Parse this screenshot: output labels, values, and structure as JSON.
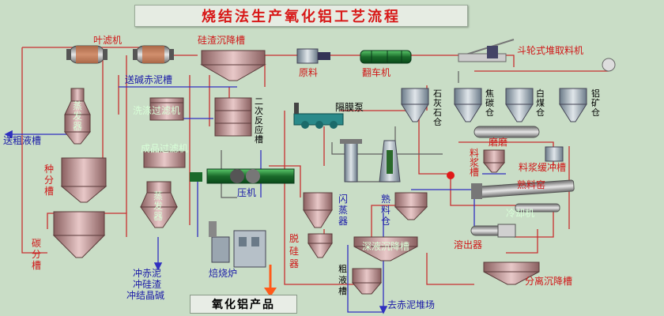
{
  "title": "烧结法生产氧化铝工艺流程",
  "labels": {
    "leaf_filter": "叶滤机",
    "silica_settler": "硅渣沉降槽",
    "wash_red_mud": "送碱赤泥槽",
    "red_mud_filter": "洗涤过滤机",
    "fine_filter": "成品过滤机",
    "evaporator_top_1": "蒸",
    "evaporator_top_2": "发",
    "evaporator_top_3": "器",
    "send_liquor": "送粗液槽",
    "seed_1": "种",
    "seed_2": "分",
    "seed_3": "槽",
    "carb_1": "碳",
    "carb_2": "分",
    "carb_3": "槽",
    "evap2_1": "蒸",
    "evap2_2": "发",
    "evap2_3": "器",
    "second_1": "二",
    "second_2": "次",
    "second_3": "反",
    "second_4": "应",
    "second_5": "槽",
    "raw_material": "原料",
    "tipper": "翻车机",
    "bucket_reclaimer": "斗轮式堆取料机",
    "silo_lime_1": "石",
    "silo_lime_2": "灰",
    "silo_lime_3": "石",
    "silo_lime_4": "仓",
    "silo_coke_1": "焦",
    "silo_coke_2": "碳",
    "silo_coke_3": "仓",
    "silo_coal_1": "白",
    "silo_coal_2": "煤",
    "silo_coal_3": "仓",
    "silo_ore_1": "铝",
    "silo_ore_2": "矿",
    "silo_ore_3": "仓",
    "diaphragm_pump": "隔膜泵",
    "mill": "磨磨",
    "slurry_1": "料",
    "slurry_2": "浆",
    "slurry_3": "槽",
    "slurry_buffer": "料浆缓冲槽",
    "kiln": "熟料窑",
    "cooler": "冷却机",
    "press": "压机",
    "flash_1": "闪",
    "flash_2": "蒸",
    "flash_3": "器",
    "clinker_1": "熟",
    "clinker_2": "料",
    "clinker_3": "仓",
    "desil_1": "脱",
    "desil_2": "硅",
    "desil_3": "器",
    "dissolver": "溶出器",
    "separation_settler": "分离沉降槽",
    "coarse_1": "粗",
    "coarse_2": "液",
    "coarse_3": "槽",
    "red_mud_yard": "去赤泥堆场",
    "purify_settler": "深液沉降槽",
    "roaster": "焙烧炉",
    "wash_out_1": "冲赤泥",
    "wash_out_2": "冲硅渣",
    "wash_out_3": "冲结晶碱",
    "product": "氧化铝产品"
  },
  "colors": {
    "background": "#c9ddc6",
    "title_text": "#d81818",
    "flow_red": "#c83030",
    "flow_blue": "#3030c0",
    "flow_gray": "#606060",
    "tank_fill": "#c8a0a0",
    "tank_dark": "#8a5858",
    "machine_green": "#2a8a3a",
    "product_arrow": "#ff5a1a"
  }
}
